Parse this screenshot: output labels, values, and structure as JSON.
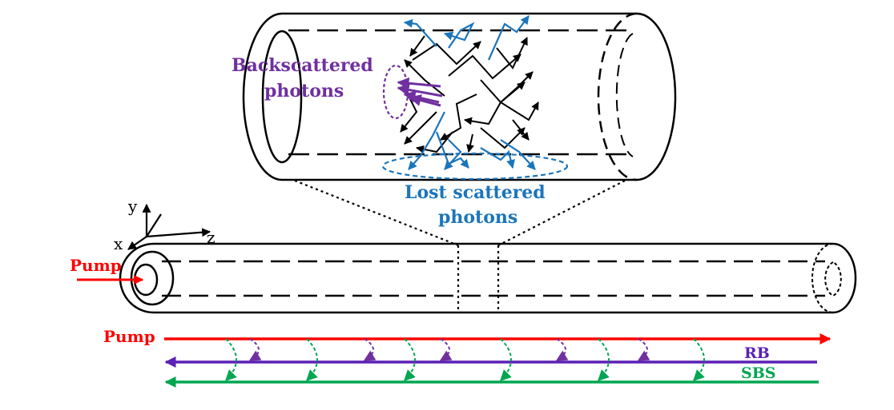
{
  "labels": {
    "backscattered_line1": "Backscattered",
    "backscattered_line2": "photons",
    "lost_line1": "Lost scattered",
    "lost_line2": "photons",
    "pump_input": "Pump",
    "pump_arrow": "Pump",
    "rb": "RB",
    "sbs": "SBS"
  },
  "axes": {
    "x": "x",
    "y": "y",
    "z": "z"
  },
  "colors": {
    "black": "#000000",
    "purple": "#7030a0",
    "blue": "#1b75bb",
    "red": "#ff0000",
    "rb_line": "#5b21b6",
    "green": "#00a651"
  }
}
